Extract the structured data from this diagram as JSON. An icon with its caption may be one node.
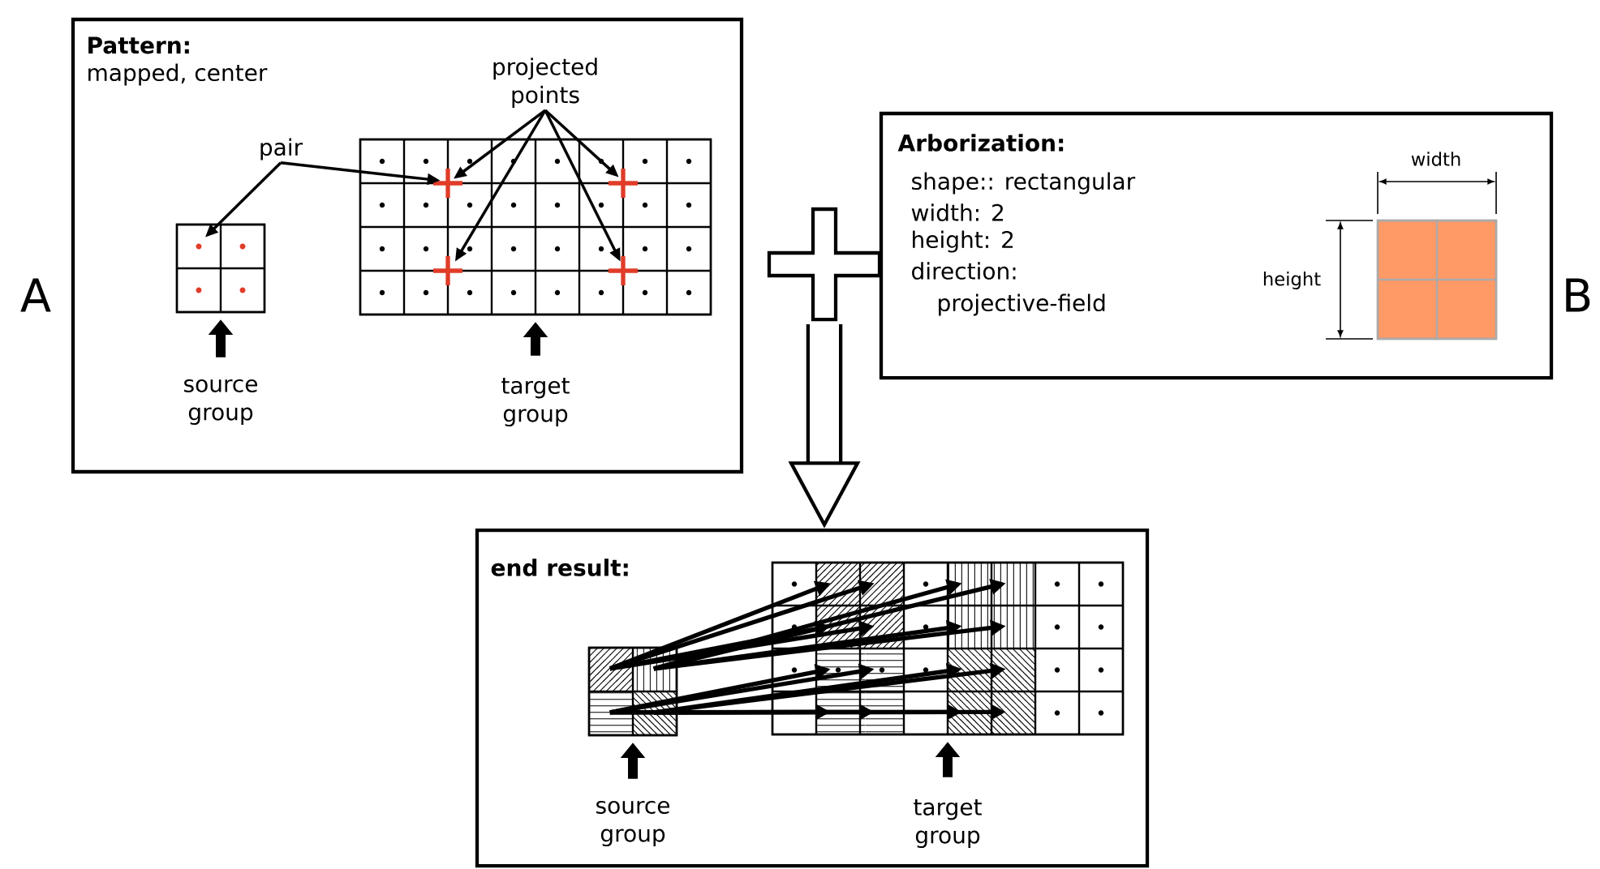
{
  "diagram": {
    "nodes": [
      {
        "text": [
          "Pattern:",
          "mapped, center"
        ]
      },
      {
        "text": [],
        "shape": "box",
        "in": 0
      },
      {
        "text": [],
        "shape": "box",
        "in": 0
      },
      {
        "text": [
          "pair"
        ],
        "in": 0
      },
      {
        "text": [
          "projected points"
        ],
        "in": 0
      },
      {
        "text": [
          "source group"
        ],
        "in": 0
      },
      {
        "text": [
          "target group"
        ],
        "in": 0
      },
      {
        "text": [
          "Arborization:",
          "shape:: rectangular",
          "width: 2",
          "height: 2",
          "direction:",
          "projective-field"
        ]
      },
      {
        "text": [],
        "shape": "box",
        "in": 7
      },
      {
        "text": [],
        "shape": "plus"
      },
      {
        "text": [
          "end result:"
        ]
      },
      {
        "text": [],
        "shape": "box",
        "in": 10
      },
      {
        "text": [],
        "shape": "box",
        "in": 10
      },
      {
        "text": [
          "source group"
        ],
        "in": 10
      },
      {
        "text": [
          "target group"
        ],
        "in": 10
      }
    ],
    "edges": [
      {
        "from": 5,
        "to": 1,
        "arrow": "to",
        "style": "thick"
      },
      {
        "from": 6,
        "to": 2,
        "arrow": "to",
        "style": "thick"
      },
      {
        "from": 3,
        "to": 1,
        "arrow": "to"
      },
      {
        "from": 3,
        "to": 2,
        "arrow": "to"
      },
      {
        "from": 4,
        "to": 2,
        "arrow": "to"
      },
      {
        "from": 4,
        "to": 2,
        "arrow": "to"
      },
      {
        "from": 4,
        "to": 2,
        "arrow": "to"
      },
      {
        "from": 4,
        "to": 2,
        "arrow": "to"
      },
      {
        "from": 9,
        "to": 10,
        "arrow": "to",
        "style": "thick"
      },
      {
        "from": 13,
        "to": 11,
        "arrow": "to",
        "style": "thick"
      },
      {
        "from": 14,
        "to": 12,
        "arrow": "to",
        "style": "thick"
      },
      {
        "from": 11,
        "to": 12,
        "arrow": "to"
      },
      {
        "from": 11,
        "to": 12,
        "arrow": "to"
      },
      {
        "from": 11,
        "to": 12,
        "arrow": "to"
      },
      {
        "from": 11,
        "to": 12,
        "arrow": "to"
      },
      {
        "from": 11,
        "to": 12,
        "arrow": "to"
      },
      {
        "from": 11,
        "to": 12,
        "arrow": "to"
      },
      {
        "from": 11,
        "to": 12,
        "arrow": "to"
      },
      {
        "from": 11,
        "to": 12,
        "arrow": "to"
      },
      {
        "from": 11,
        "to": 12,
        "arrow": "to"
      },
      {
        "from": 11,
        "to": 12,
        "arrow": "to"
      },
      {
        "from": 11,
        "to": 12,
        "arrow": "to"
      },
      {
        "from": 11,
        "to": 12,
        "arrow": "to"
      },
      {
        "from": 11,
        "to": 12,
        "arrow": "to"
      },
      {
        "from": 11,
        "to": 12,
        "arrow": "to"
      },
      {
        "from": 11,
        "to": 12,
        "arrow": "to"
      },
      {
        "from": 11,
        "to": 12,
        "arrow": "to"
      }
    ],
    "labels": [
      "A",
      "width",
      "height",
      "B"
    ]
  }
}
